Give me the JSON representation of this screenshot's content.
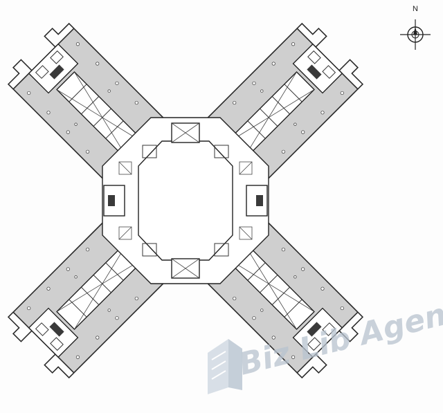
{
  "compass": {
    "label": "N",
    "icon": "north-arrow-icon"
  },
  "watermark": {
    "text": "Biz Lib Agent",
    "logo": "building-logo-icon",
    "color": "#b8c3cf"
  },
  "plan": {
    "wings": [
      "wing-northwest",
      "wing-northeast",
      "wing-southwest",
      "wing-southeast"
    ],
    "fill_color": "#cfcfcf",
    "line_color": "#2a2a2a"
  }
}
